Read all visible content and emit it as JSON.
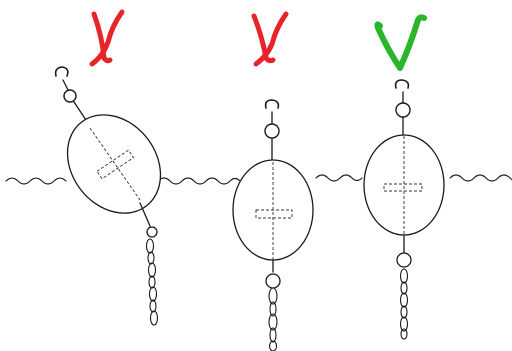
{
  "colors": {
    "wrong": "#e8232a",
    "right": "#2ab52a",
    "ink": "#1a1a1a"
  },
  "marks": [
    {
      "icon": "cross-mark-icon",
      "meaning": "incorrect"
    },
    {
      "icon": "cross-mark-icon",
      "meaning": "incorrect"
    },
    {
      "icon": "check-mark-icon",
      "meaning": "correct"
    }
  ]
}
